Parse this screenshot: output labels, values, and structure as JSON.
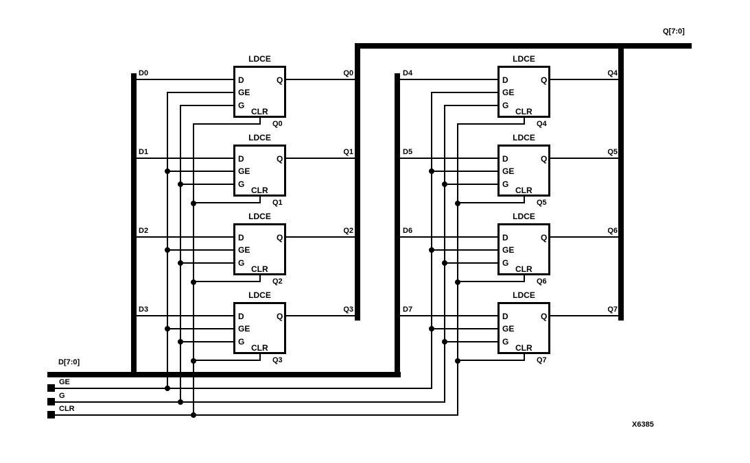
{
  "figure": {
    "id_label": "X6385",
    "ink_color": "#000000",
    "bg_color": "#ffffff"
  },
  "buses": {
    "q_label": "Q[7:0]",
    "d_label": "D[7:0]"
  },
  "controls": {
    "ge": "GE",
    "g": "G",
    "clr": "CLR"
  },
  "pin_labels": {
    "d": "D",
    "ge": "GE",
    "g": "G",
    "q": "Q",
    "clr": "CLR"
  },
  "latches": [
    {
      "type": "LDCE",
      "d_label": "D0",
      "q_label": "Q0",
      "net_label": "Q0"
    },
    {
      "type": "LDCE",
      "d_label": "D1",
      "q_label": "Q1",
      "net_label": "Q1"
    },
    {
      "type": "LDCE",
      "d_label": "D2",
      "q_label": "Q2",
      "net_label": "Q2"
    },
    {
      "type": "LDCE",
      "d_label": "D3",
      "q_label": "Q3",
      "net_label": "Q3"
    },
    {
      "type": "LDCE",
      "d_label": "D4",
      "q_label": "Q4",
      "net_label": "Q4"
    },
    {
      "type": "LDCE",
      "d_label": "D5",
      "q_label": "Q5",
      "net_label": "Q5"
    },
    {
      "type": "LDCE",
      "d_label": "D6",
      "q_label": "Q6",
      "net_label": "Q6"
    },
    {
      "type": "LDCE",
      "d_label": "D7",
      "q_label": "Q7",
      "net_label": "Q7"
    }
  ]
}
